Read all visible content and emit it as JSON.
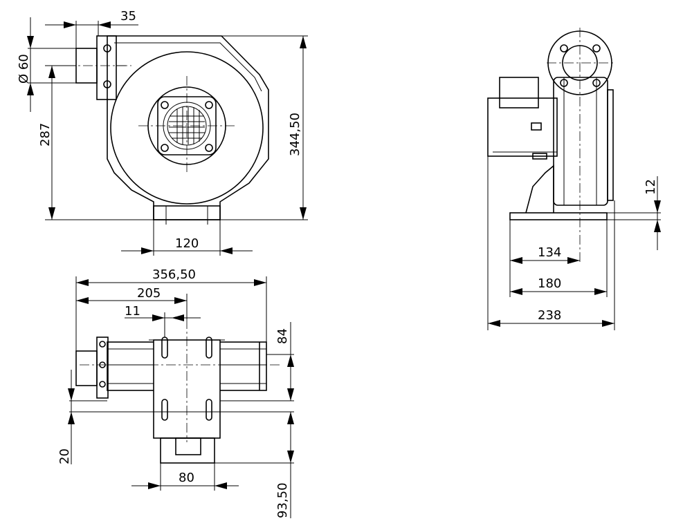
{
  "drawing": {
    "front_view": {
      "dim_flange_width": "35",
      "dim_inlet_diameter": "Ø 60",
      "dim_inlet_height": "287",
      "dim_total_height": "344,50",
      "dim_base_width": "120"
    },
    "top_view": {
      "dim_total_length": "356,50",
      "dim_inlet_to_center": "205",
      "dim_slot_offset": "11",
      "dim_slot_spacing": "84",
      "dim_outlet_offset": "20",
      "dim_outlet_width": "80",
      "dim_depth": "93,50"
    },
    "side_view": {
      "dim_base_thickness": "12",
      "dim_center_offset": "134",
      "dim_base_length": "180",
      "dim_total_width": "238"
    }
  }
}
